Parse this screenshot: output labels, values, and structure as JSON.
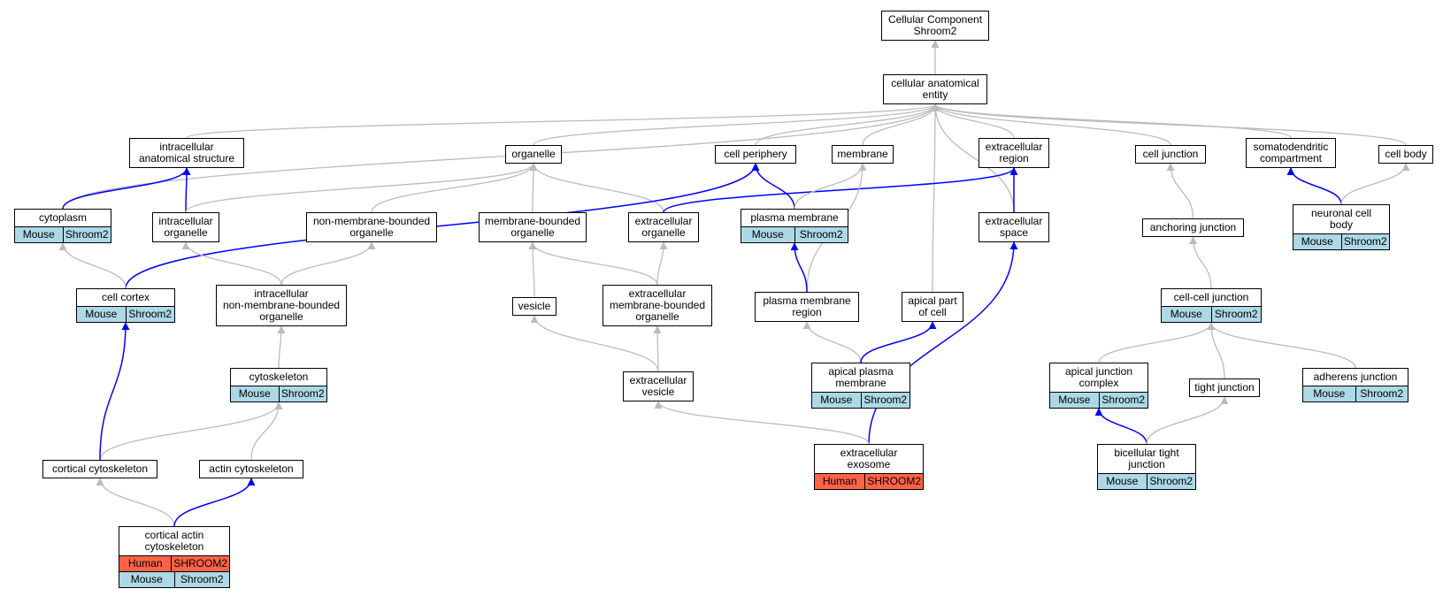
{
  "colors": {
    "gray_edge": "#bbbbbb",
    "blue_edge": "#0000ff",
    "mouse_row": "#add8e6",
    "human_row": "#ff6347"
  },
  "nodes": {
    "root": {
      "title": "Cellular Component\nShroom2"
    },
    "cae": {
      "title": "cellular anatomical\nentity"
    },
    "ias": {
      "title": "intracellular\nanatomical structure"
    },
    "organelle": {
      "title": "organelle"
    },
    "cellper": {
      "title": "cell periphery"
    },
    "membrane": {
      "title": "membrane"
    },
    "extreg": {
      "title": "extracellular\nregion"
    },
    "celljunc": {
      "title": "cell junction"
    },
    "somato": {
      "title": "somatodendritic\ncompartment"
    },
    "cellbody": {
      "title": "cell body"
    },
    "cytoplasm": {
      "title": "cytoplasm",
      "rows": [
        [
          "Mouse",
          "Shroom2"
        ]
      ]
    },
    "icorg": {
      "title": "intracellular\norganelle"
    },
    "nmbo": {
      "title": "non-membrane-bounded\norganelle"
    },
    "mbo": {
      "title": "membrane-bounded\norganelle"
    },
    "extorg": {
      "title": "extracellular\norganelle"
    },
    "plasmamem": {
      "title": "plasma membrane",
      "rows": [
        [
          "Mouse",
          "Shroom2"
        ]
      ]
    },
    "extspace": {
      "title": "extracellular\nspace"
    },
    "anchor": {
      "title": "anchoring junction"
    },
    "neuronal": {
      "title": "neuronal cell\nbody",
      "rows": [
        [
          "Mouse",
          "Shroom2"
        ]
      ]
    },
    "cortex": {
      "title": "cell cortex",
      "rows": [
        [
          "Mouse",
          "Shroom2"
        ]
      ]
    },
    "icnmbo": {
      "title": "intracellular\nnon-membrane-bounded\norganelle"
    },
    "vesicle": {
      "title": "vesicle"
    },
    "embo": {
      "title": "extracellular\nmembrane-bounded\norganelle"
    },
    "pmr": {
      "title": "plasma membrane\nregion"
    },
    "apicalpart": {
      "title": "apical part\nof cell"
    },
    "ccj": {
      "title": "cell-cell junction",
      "rows": [
        [
          "Mouse",
          "Shroom2"
        ]
      ]
    },
    "cytoskel": {
      "title": "cytoskeleton",
      "rows": [
        [
          "Mouse",
          "Shroom2"
        ]
      ]
    },
    "extves": {
      "title": "extracellular\nvesicle"
    },
    "apm": {
      "title": "apical plasma\nmembrane",
      "rows": [
        [
          "Mouse",
          "Shroom2"
        ]
      ]
    },
    "ajc": {
      "title": "apical junction\ncomplex",
      "rows": [
        [
          "Mouse",
          "Shroom2"
        ]
      ]
    },
    "tight": {
      "title": "tight junction"
    },
    "adherens": {
      "title": "adherens junction",
      "rows": [
        [
          "Mouse",
          "Shroom2"
        ]
      ]
    },
    "corticalcyto": {
      "title": "cortical cytoskeleton"
    },
    "actincyto": {
      "title": "actin cytoskeleton"
    },
    "exosome": {
      "title": "extracellular\nexosome",
      "rows": [
        [
          "Human",
          "SHROOM2"
        ]
      ]
    },
    "bicell": {
      "title": "bicellular tight\njunction",
      "rows": [
        [
          "Mouse",
          "Shroom2"
        ]
      ]
    },
    "cortactin": {
      "title": "cortical actin\ncytoskeleton",
      "rows": [
        [
          "Human",
          "SHROOM2"
        ],
        [
          "Mouse",
          "Shroom2"
        ]
      ]
    }
  },
  "edges": [
    [
      "cae",
      "root",
      "gray"
    ],
    [
      "ias",
      "cae",
      "gray"
    ],
    [
      "organelle",
      "cae",
      "gray"
    ],
    [
      "cellper",
      "cae",
      "gray"
    ],
    [
      "membrane",
      "cae",
      "gray"
    ],
    [
      "extreg",
      "cae",
      "gray"
    ],
    [
      "celljunc",
      "cae",
      "gray"
    ],
    [
      "somato",
      "cae",
      "gray"
    ],
    [
      "cellbody",
      "cae",
      "gray"
    ],
    [
      "cytoplasm",
      "cae",
      "gray"
    ],
    [
      "apicalpart",
      "cae",
      "gray"
    ],
    [
      "extspace",
      "cae",
      "gray"
    ],
    [
      "cytoplasm",
      "ias",
      "blue"
    ],
    [
      "icorg",
      "ias",
      "blue"
    ],
    [
      "icorg",
      "organelle",
      "gray"
    ],
    [
      "nmbo",
      "organelle",
      "gray"
    ],
    [
      "mbo",
      "organelle",
      "gray"
    ],
    [
      "extorg",
      "organelle",
      "gray"
    ],
    [
      "extorg",
      "extreg",
      "blue"
    ],
    [
      "cortex",
      "cellper",
      "blue"
    ],
    [
      "plasmamem",
      "cellper",
      "blue"
    ],
    [
      "plasmamem",
      "membrane",
      "gray"
    ],
    [
      "pmr",
      "membrane",
      "gray"
    ],
    [
      "extspace",
      "extreg",
      "blue"
    ],
    [
      "anchor",
      "celljunc",
      "gray"
    ],
    [
      "neuronal",
      "somato",
      "blue"
    ],
    [
      "neuronal",
      "cellbody",
      "gray"
    ],
    [
      "cortex",
      "cytoplasm",
      "gray"
    ],
    [
      "icnmbo",
      "icorg",
      "gray"
    ],
    [
      "icnmbo",
      "nmbo",
      "gray"
    ],
    [
      "vesicle",
      "mbo",
      "gray"
    ],
    [
      "embo",
      "mbo",
      "gray"
    ],
    [
      "embo",
      "extorg",
      "gray"
    ],
    [
      "pmr",
      "plasmamem",
      "blue"
    ],
    [
      "exosome",
      "extspace",
      "blue"
    ],
    [
      "ccj",
      "anchor",
      "gray"
    ],
    [
      "cytoskel",
      "icnmbo",
      "gray"
    ],
    [
      "extves",
      "vesicle",
      "gray"
    ],
    [
      "extves",
      "embo",
      "gray"
    ],
    [
      "apm",
      "pmr",
      "gray"
    ],
    [
      "apm",
      "apicalpart",
      "blue"
    ],
    [
      "ajc",
      "ccj",
      "gray"
    ],
    [
      "tight",
      "ccj",
      "gray"
    ],
    [
      "adherens",
      "ccj",
      "gray"
    ],
    [
      "corticalcyto",
      "cytoskel",
      "gray"
    ],
    [
      "actincyto",
      "cytoskel",
      "gray"
    ],
    [
      "corticalcyto",
      "cortex",
      "blue"
    ],
    [
      "exosome",
      "extves",
      "gray"
    ],
    [
      "bicell",
      "ajc",
      "blue"
    ],
    [
      "bicell",
      "tight",
      "gray"
    ],
    [
      "cortactin",
      "corticalcyto",
      "gray"
    ],
    [
      "cortactin",
      "actincyto",
      "blue"
    ]
  ]
}
